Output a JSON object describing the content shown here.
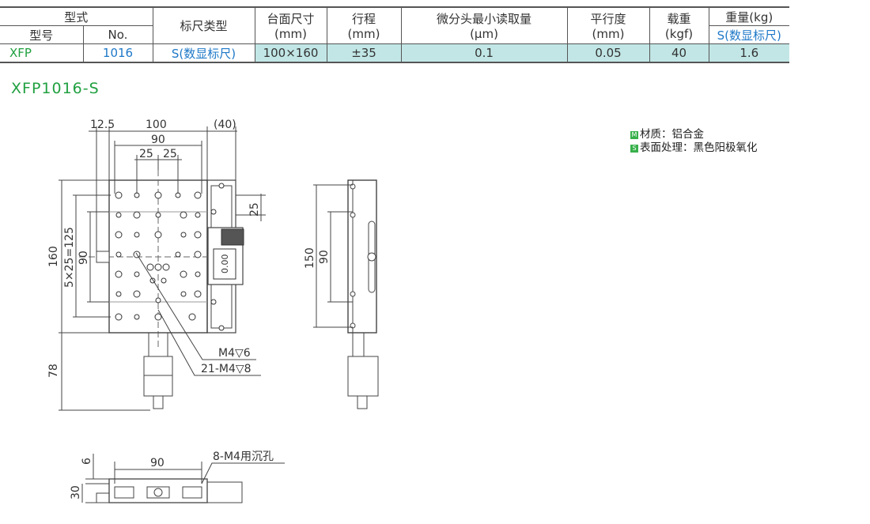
{
  "table": {
    "head_type": "型式",
    "head_model": "型号",
    "head_no": "No.",
    "head_scale": "标尺类型",
    "head_table_size": "台面尺寸",
    "head_table_size_unit": "(mm)",
    "head_travel": "行程",
    "head_travel_unit": "(mm)",
    "head_min_read": "微分头最小读取量",
    "head_min_read_unit": "(μm)",
    "head_parallel": "平行度",
    "head_parallel_unit": "(mm)",
    "head_load": "载重",
    "head_load_unit": "(kgf)",
    "head_weight": "重量(kg)",
    "head_weight_sub": "S(数显标尺)",
    "row": {
      "model": "XFP",
      "no": "1016",
      "scale": "S(数显标尺)",
      "table_size": "100×160",
      "travel": "±35",
      "min_read": "0.1",
      "parallel": "0.05",
      "load": "40",
      "weight": "1.6"
    }
  },
  "model_title": "XFP1016-S",
  "notes": {
    "material_badge": "M",
    "material": "材质：铝合金",
    "surface_badge": "S",
    "surface": "表面处理：黑色阳极氧化"
  },
  "drawing": {
    "top_dim_12_5": "12.5",
    "top_dim_100": "100",
    "top_dim_40": "(40)",
    "top_dim_90": "90",
    "top_dim_25a": "25",
    "top_dim_25b": "25",
    "right_dim_25": "25",
    "left_dim_160": "160",
    "left_dim_5x25": "5×25=125",
    "left_dim_90": "90",
    "left_dim_78": "78",
    "callout_m4": "M4▽6",
    "callout_21m4": "21-M4▽8",
    "readout": "0.00",
    "side_dim_150": "150",
    "side_dim_90": "90",
    "bottom_dim_90": "90",
    "bottom_dim_6": "6",
    "bottom_dim_30": "30",
    "bottom_callout": "8-M4用沉孔"
  },
  "colors": {
    "teal": "#c2e6e6",
    "blue": "#1e78c8",
    "green": "#20a040",
    "badge": "#37b04a"
  }
}
